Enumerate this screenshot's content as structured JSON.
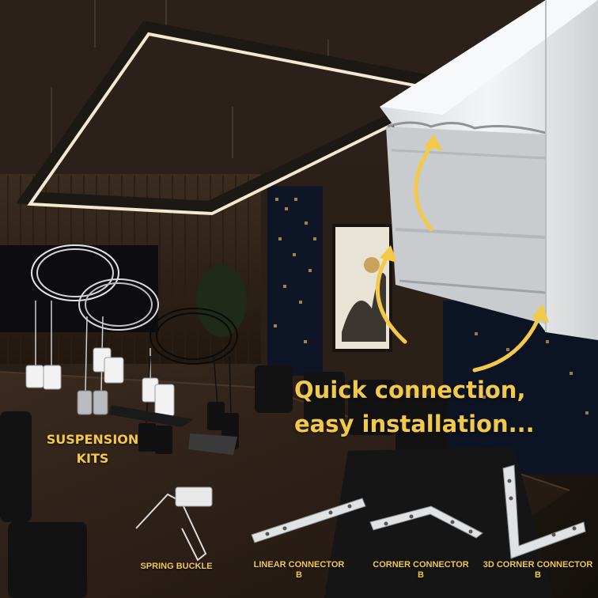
{
  "headline": {
    "line1": "Quick connection,",
    "line2": "easy installation..."
  },
  "labels": {
    "suspension": {
      "line1": "SUSPENSION",
      "line2": "KITS"
    },
    "spring_buckle": "SPRING BUCKLE",
    "linear_connector": {
      "line1": "LINEAR CONNECTOR",
      "line2": "B"
    },
    "corner_connector": {
      "line1": "CORNER CONNECTOR",
      "line2": "B"
    },
    "corner_3d_connector": {
      "line1": "3D CORNER CONNECTOR",
      "line2": "B"
    }
  },
  "colors": {
    "accent": "#f3c94a",
    "wood": "#3a2a1e",
    "profile": "#eceeef",
    "table": "#2b1f17"
  }
}
